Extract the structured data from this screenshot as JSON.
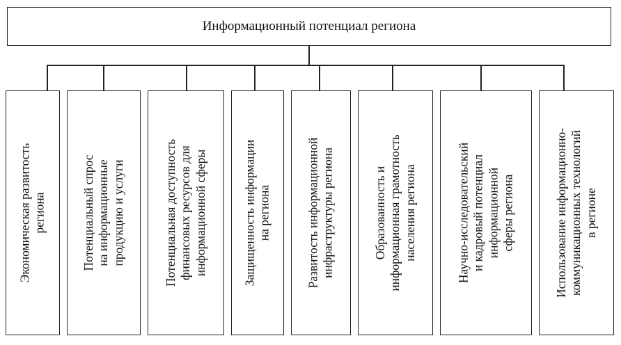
{
  "diagram": {
    "root": {
      "label": "Информационный потенциал региона"
    },
    "children": [
      {
        "label": "Экономическая развитость\nрегиона"
      },
      {
        "label": "Потенциальный спрос\nна информационные\nпродукцию и услуги"
      },
      {
        "label": "Потенциальная доступность\nфинансовых ресурсов для\nинформационной сферы"
      },
      {
        "label": "Защищенность информации\nна регионa"
      },
      {
        "label": "Развитость информационной\nинфраструктуры региона"
      },
      {
        "label": "Образованность и\nинформационная грамотность\nнаселения региона"
      },
      {
        "label": "Научно-исследовательский\nи кадровый потенциал\nинформационной\nсферы региона"
      },
      {
        "label": "Использование информационно-\nкоммуникационных технологий\nв регионе"
      }
    ]
  }
}
